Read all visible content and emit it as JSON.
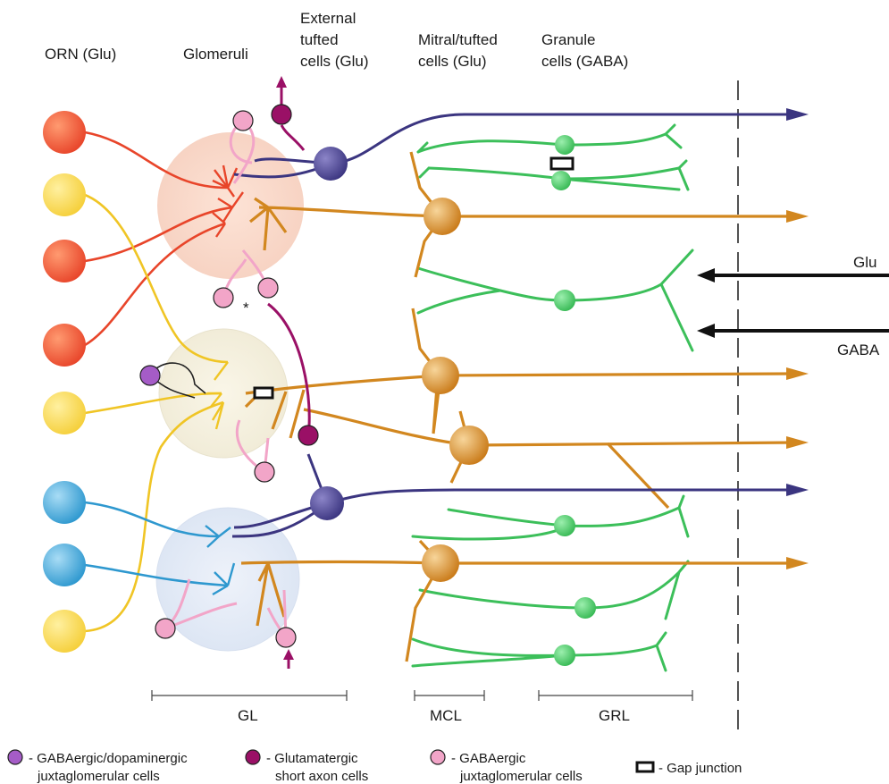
{
  "header": {
    "orn": "ORN (Glu)",
    "glomeruli": "Glomeruli",
    "external_tufted": [
      "External",
      "tufted",
      "cells (Glu)"
    ],
    "mitral_tufted": [
      "Mitral/tufted",
      "cells (Glu)"
    ],
    "granule": [
      "Granule",
      "cells (GABA)"
    ]
  },
  "inputs": {
    "glu": "Glu",
    "gaba": "GABA"
  },
  "layers": {
    "gl": "GL",
    "mcl": "MCL",
    "grl": "GRL"
  },
  "asterisk": "*",
  "legend": {
    "purple": [
      "- GABAergic/dopaminergic",
      "juxtaglomerular cells"
    ],
    "magenta": [
      "- Glutamatergic",
      "short axon cells"
    ],
    "pink": [
      "- GABAergic",
      "juxtaglomerular cells"
    ],
    "gap": "- Gap junction"
  },
  "colors": {
    "orn_red": "#e8452a",
    "orn_yellow": "#f5cf3a",
    "orn_blue": "#3aa3d6",
    "mitral": "#d2871f",
    "external_tufted": "#3b3580",
    "granule": "#3cbf5a",
    "pink_jg": "#f2a5c8",
    "purple_jg": "#a55cc7",
    "magenta_sa": "#9a1066"
  }
}
